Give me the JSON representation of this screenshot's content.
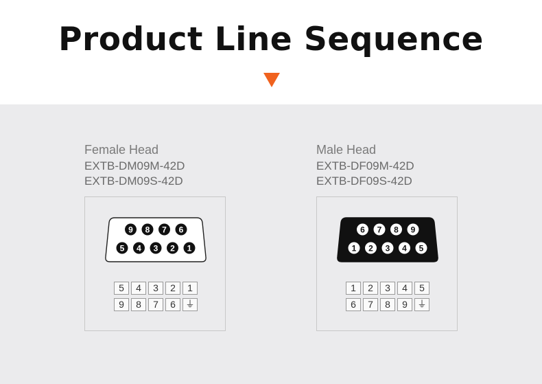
{
  "page": {
    "title": "Product Line Sequence"
  },
  "colors": {
    "accent": "#f0621e",
    "header_bg": "#ffffff",
    "body_bg": "#ebebed"
  },
  "female": {
    "title": "Female Head",
    "models": [
      "EXTB-DM09M-42D",
      "EXTB-DM09S-42D"
    ],
    "connector_top": [
      "9",
      "8",
      "7",
      "6"
    ],
    "connector_bottom": [
      "5",
      "4",
      "3",
      "2",
      "1"
    ],
    "table_row1": [
      "5",
      "4",
      "3",
      "2",
      "1"
    ],
    "table_row2": [
      "9",
      "8",
      "7",
      "6",
      "⏚"
    ]
  },
  "male": {
    "title": "Male Head",
    "models": [
      "EXTB-DF09M-42D",
      "EXTB-DF09S-42D"
    ],
    "connector_top": [
      "6",
      "7",
      "8",
      "9"
    ],
    "connector_bottom": [
      "1",
      "2",
      "3",
      "4",
      "5"
    ],
    "table_row1": [
      "1",
      "2",
      "3",
      "4",
      "5"
    ],
    "table_row2": [
      "6",
      "7",
      "8",
      "9",
      "⏚"
    ]
  }
}
